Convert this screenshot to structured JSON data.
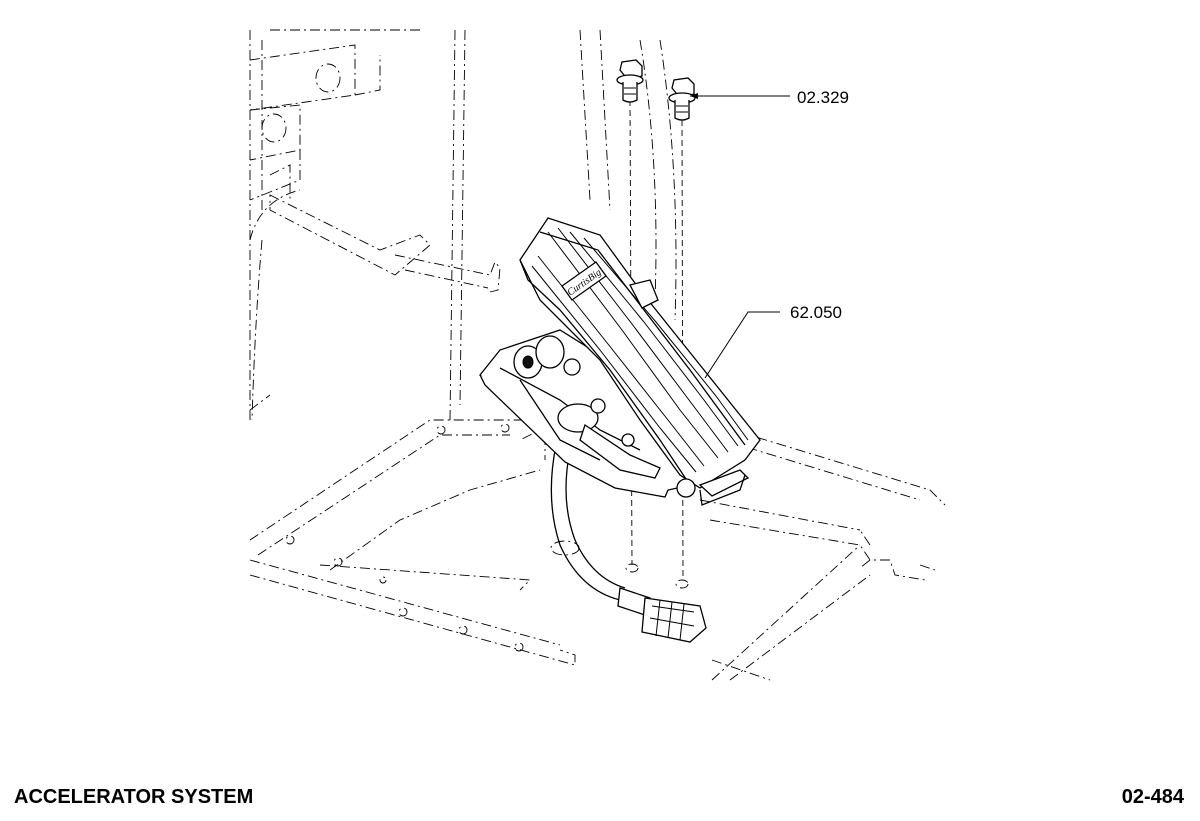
{
  "diagram": {
    "callouts": [
      {
        "label": "02.329"
      },
      {
        "label": "62.050"
      }
    ],
    "pedal_logo": "CurtisBig"
  },
  "footer": {
    "title": "ACCELERATOR SYSTEM",
    "page": "02-484"
  }
}
